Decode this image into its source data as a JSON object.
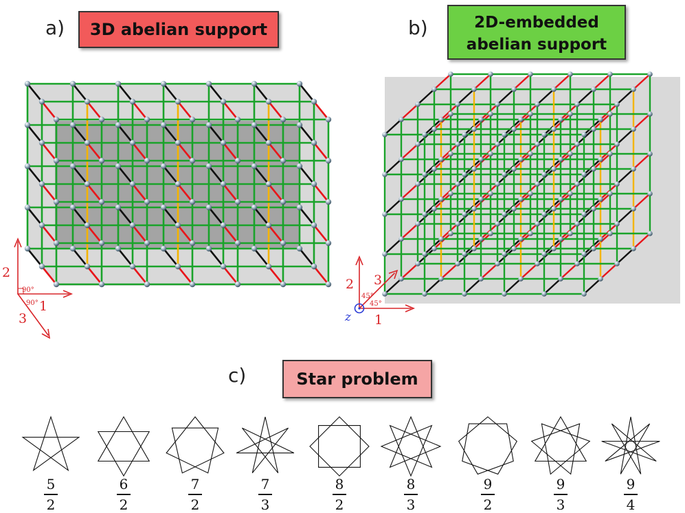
{
  "panels": {
    "a": {
      "letter": "a)",
      "title": "3D abelian support"
    },
    "b": {
      "letter": "b)",
      "title_line1": "2D-embedded",
      "title_line2": "abelian support"
    },
    "c": {
      "letter": "c)",
      "title": "Star problem"
    }
  },
  "axes_a": {
    "axis1": "1",
    "axis2": "2",
    "axis3": "3",
    "angle1": "90°",
    "angle2": "90°"
  },
  "axes_b": {
    "axis1": "1",
    "axis2": "2",
    "axis3": "3",
    "axis_z": "z",
    "angle1": "45°",
    "angle2": "45°"
  },
  "colors": {
    "green": "#1aa32a",
    "black": "#111111",
    "red": "#e8161b",
    "yellow": "#f4b400",
    "gray_light": "#d9d9d9",
    "gray_dark": "#a4a4a4",
    "axis_red": "#d9262a",
    "axis_blue": "#2a3bd6"
  },
  "stars": [
    {
      "n": 5,
      "k": 2,
      "num": "5",
      "den": "2"
    },
    {
      "n": 6,
      "k": 2,
      "num": "6",
      "den": "2"
    },
    {
      "n": 7,
      "k": 2,
      "num": "7",
      "den": "2"
    },
    {
      "n": 7,
      "k": 3,
      "num": "7",
      "den": "3"
    },
    {
      "n": 8,
      "k": 2,
      "num": "8",
      "den": "2"
    },
    {
      "n": 8,
      "k": 3,
      "num": "8",
      "den": "3"
    },
    {
      "n": 9,
      "k": 2,
      "num": "9",
      "den": "2"
    },
    {
      "n": 9,
      "k": 3,
      "num": "9",
      "den": "3"
    },
    {
      "n": 9,
      "k": 4,
      "num": "9",
      "den": "4"
    }
  ]
}
